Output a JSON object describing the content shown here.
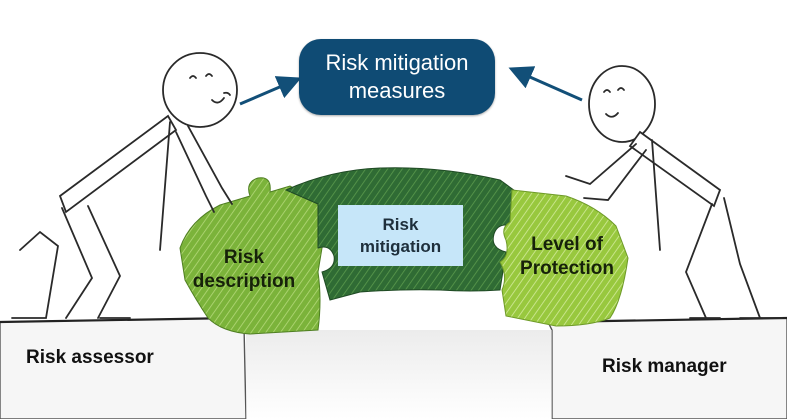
{
  "top_node": {
    "label": "Risk mitigation measures"
  },
  "pieces": {
    "left": {
      "label": "Risk description",
      "color": "#7bb33a"
    },
    "center": {
      "label": "Risk mitigation",
      "color": "#2f6b34"
    },
    "right": {
      "label": "Level of Protection",
      "color": "#98c83e"
    }
  },
  "roles": {
    "left": "Risk assessor",
    "right": "Risk manager"
  },
  "colors": {
    "node_fill": "#0f4b74",
    "arrow": "#124f78",
    "center_label_bg": "#c6e6f9"
  },
  "icons": {
    "figures": [
      "stick-figure-assessor",
      "stick-figure-manager"
    ]
  }
}
